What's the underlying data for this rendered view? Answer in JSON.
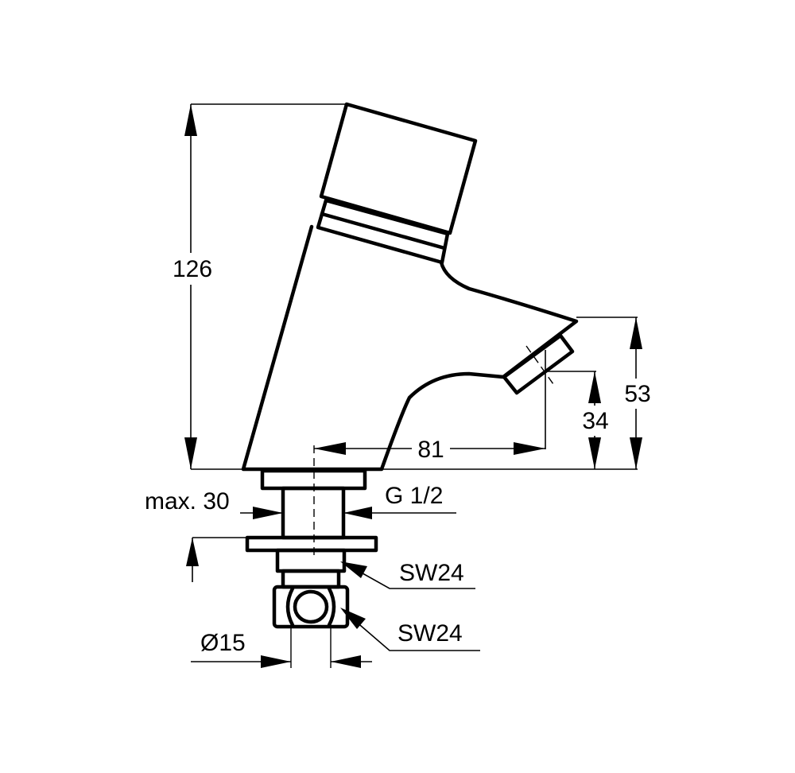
{
  "dimensions": {
    "total_height": "126",
    "outlet_height_top": "53",
    "outlet_height": "34",
    "projection": "81",
    "max_counter_thickness": "max. 30",
    "thread": "G 1/2",
    "wrench_size_nut": "SW24",
    "wrench_size_connector": "SW24",
    "pipe_diameter": "Ø15"
  }
}
